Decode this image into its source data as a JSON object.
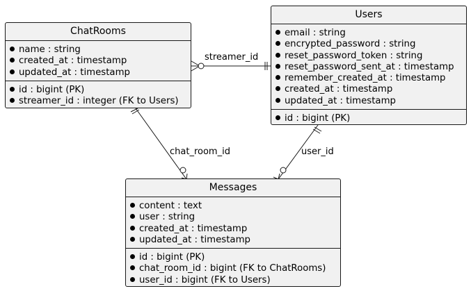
{
  "entities": {
    "chatrooms": {
      "title": "ChatRooms",
      "attributes": [
        "name : string",
        "created_at : timestamp",
        "updated_at : timestamp"
      ],
      "keys": [
        "id : bigint (PK)",
        "streamer_id : integer (FK to Users)"
      ]
    },
    "users": {
      "title": "Users",
      "attributes": [
        "email : string",
        "encrypted_password : string",
        "reset_password_token : string",
        "reset_password_sent_at : timestamp",
        "remember_created_at : timestamp",
        "created_at : timestamp",
        "updated_at : timestamp"
      ],
      "keys": [
        "id : bigint (PK)"
      ]
    },
    "messages": {
      "title": "Messages",
      "attributes": [
        "content : text",
        "user : string",
        "created_at : timestamp",
        "updated_at : timestamp"
      ],
      "keys": [
        "id : bigint (PK)",
        "chat_room_id : bigint (FK to ChatRooms)",
        "user_id : bigint (FK to Users)"
      ]
    }
  },
  "relationships": {
    "streamer": {
      "label": "streamer_id"
    },
    "chat_room": {
      "label": "chat_room_id"
    },
    "user": {
      "label": "user_id"
    }
  },
  "colors": {
    "entity_fill": "#f1f1f1",
    "line": "#181818"
  }
}
